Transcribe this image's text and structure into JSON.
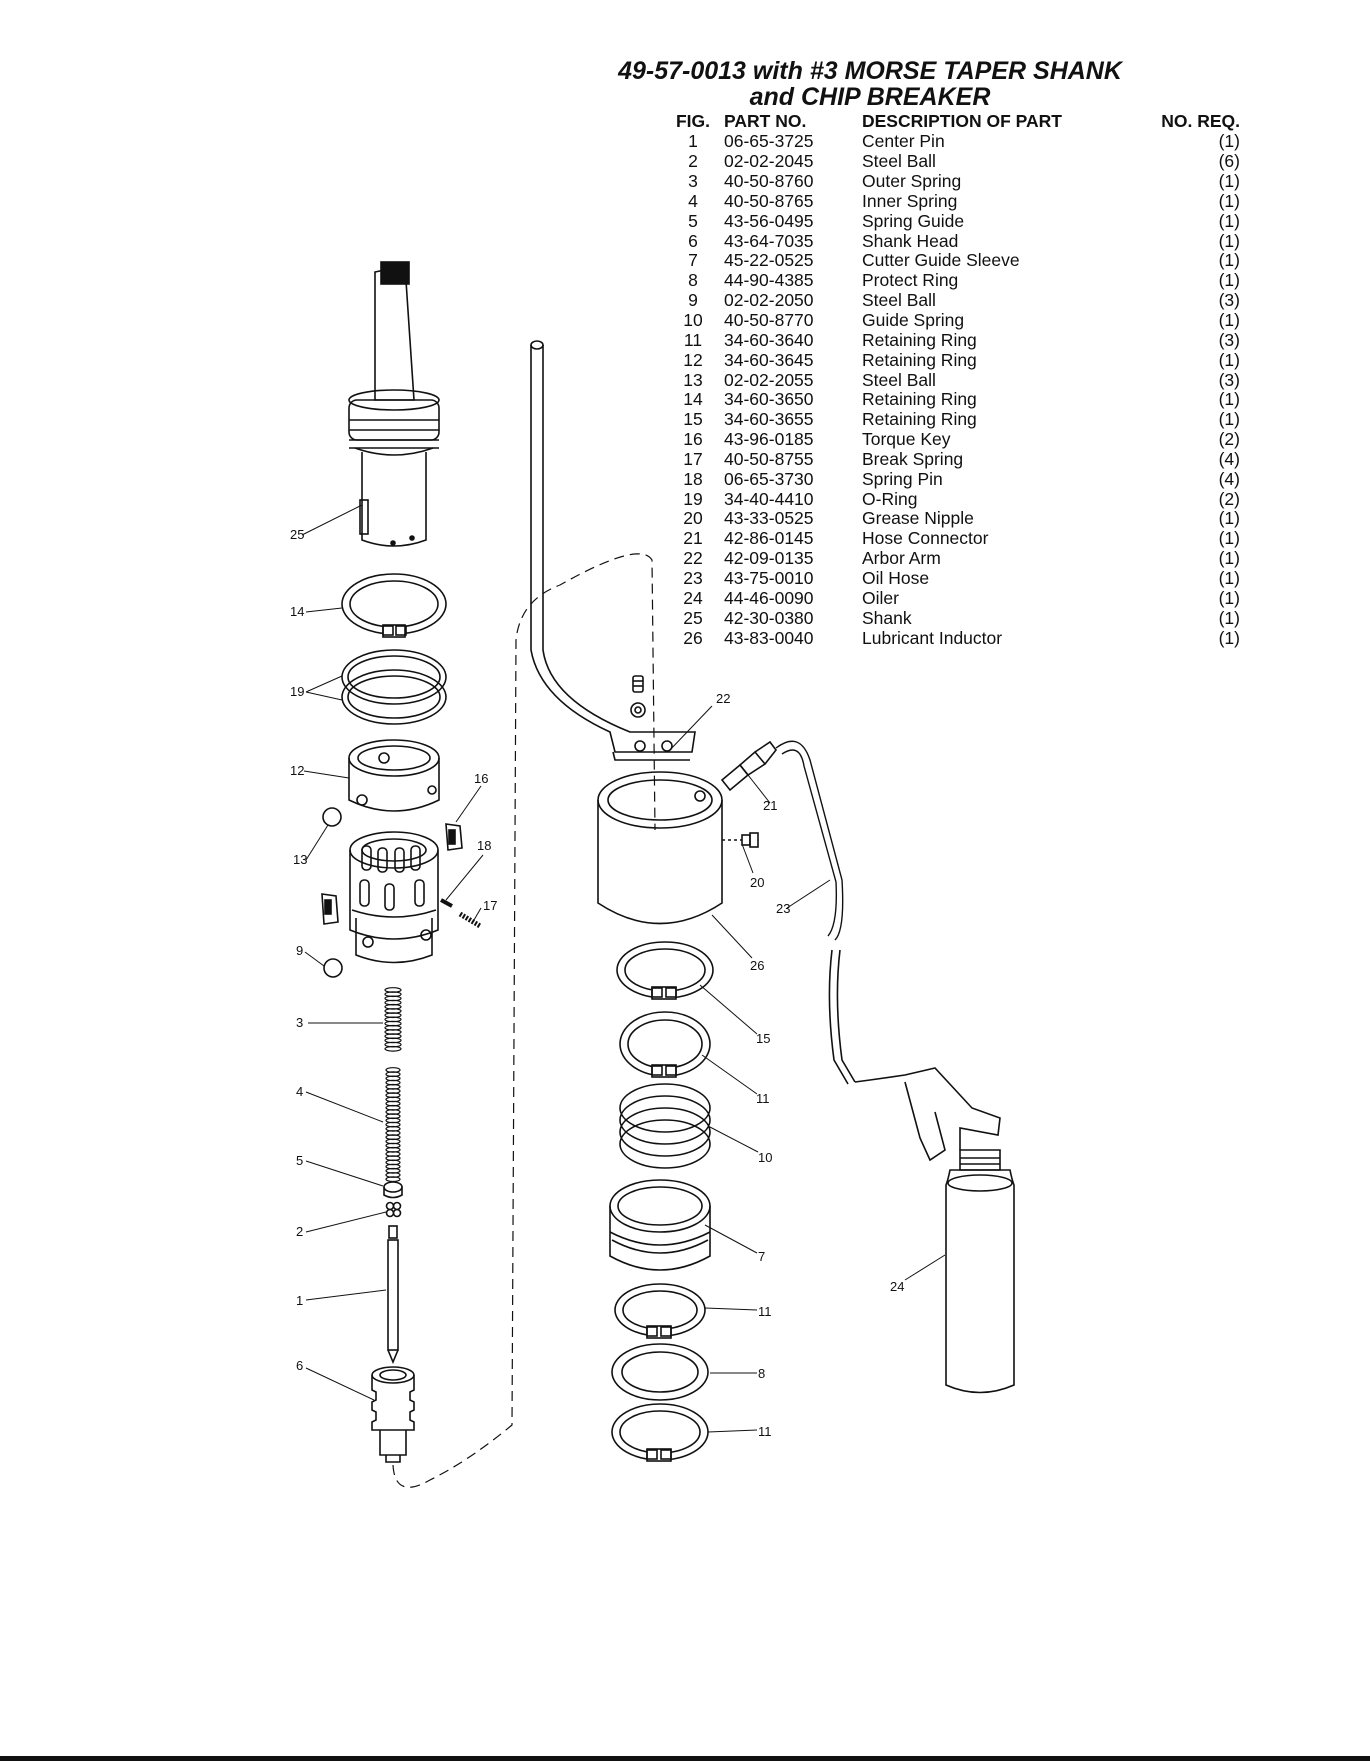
{
  "title": {
    "line1": "49-57-0013 with #3 MORSE TAPER SHANK",
    "line2": "and CHIP BREAKER"
  },
  "table": {
    "headers": {
      "fig": "FIG.",
      "part_no": "PART NO.",
      "description": "DESCRIPTION OF PART",
      "no_req": "NO. REQ."
    },
    "rows": [
      {
        "fig": "1",
        "part_no": "06-65-3725",
        "description": "Center Pin",
        "no_req": "(1)"
      },
      {
        "fig": "2",
        "part_no": "02-02-2045",
        "description": "Steel Ball",
        "no_req": "(6)"
      },
      {
        "fig": "3",
        "part_no": "40-50-8760",
        "description": "Outer Spring",
        "no_req": "(1)"
      },
      {
        "fig": "4",
        "part_no": "40-50-8765",
        "description": "Inner Spring",
        "no_req": "(1)"
      },
      {
        "fig": "5",
        "part_no": "43-56-0495",
        "description": "Spring Guide",
        "no_req": "(1)"
      },
      {
        "fig": "6",
        "part_no": "43-64-7035",
        "description": "Shank Head",
        "no_req": "(1)"
      },
      {
        "fig": "7",
        "part_no": "45-22-0525",
        "description": "Cutter Guide Sleeve",
        "no_req": "(1)"
      },
      {
        "fig": "8",
        "part_no": "44-90-4385",
        "description": "Protect Ring",
        "no_req": "(1)"
      },
      {
        "fig": "9",
        "part_no": "02-02-2050",
        "description": "Steel Ball",
        "no_req": "(3)"
      },
      {
        "fig": "10",
        "part_no": "40-50-8770",
        "description": "Guide Spring",
        "no_req": "(1)"
      },
      {
        "fig": "11",
        "part_no": "34-60-3640",
        "description": "Retaining Ring",
        "no_req": "(3)"
      },
      {
        "fig": "12",
        "part_no": "34-60-3645",
        "description": "Retaining Ring",
        "no_req": "(1)"
      },
      {
        "fig": "13",
        "part_no": "02-02-2055",
        "description": "Steel Ball",
        "no_req": "(3)"
      },
      {
        "fig": "14",
        "part_no": "34-60-3650",
        "description": "Retaining Ring",
        "no_req": "(1)"
      },
      {
        "fig": "15",
        "part_no": "34-60-3655",
        "description": "Retaining Ring",
        "no_req": "(1)"
      },
      {
        "fig": "16",
        "part_no": "43-96-0185",
        "description": "Torque Key",
        "no_req": "(2)"
      },
      {
        "fig": "17",
        "part_no": "40-50-8755",
        "description": "Break Spring",
        "no_req": "(4)"
      },
      {
        "fig": "18",
        "part_no": "06-65-3730",
        "description": "Spring Pin",
        "no_req": "(4)"
      },
      {
        "fig": "19",
        "part_no": "34-40-4410",
        "description": "O-Ring",
        "no_req": "(2)"
      },
      {
        "fig": "20",
        "part_no": "43-33-0525",
        "description": "Grease Nipple",
        "no_req": "(1)"
      },
      {
        "fig": "21",
        "part_no": "42-86-0145",
        "description": "Hose Connector",
        "no_req": "(1)"
      },
      {
        "fig": "22",
        "part_no": "42-09-0135",
        "description": "Arbor Arm",
        "no_req": "(1)"
      },
      {
        "fig": "23",
        "part_no": "43-75-0010",
        "description": "Oil Hose",
        "no_req": "(1)"
      },
      {
        "fig": "24",
        "part_no": "44-46-0090",
        "description": "Oiler",
        "no_req": "(1)"
      },
      {
        "fig": "25",
        "part_no": "42-30-0380",
        "description": "Shank",
        "no_req": "(1)"
      },
      {
        "fig": "26",
        "part_no": "43-83-0040",
        "description": "Lubricant Inductor",
        "no_req": "(1)"
      }
    ]
  },
  "callouts": {
    "c1": "1",
    "c2": "2",
    "c3": "3",
    "c4": "4",
    "c5": "5",
    "c6": "6",
    "c7": "7",
    "c8": "8",
    "c9": "9",
    "c10": "10",
    "c11a": "11",
    "c11b": "11",
    "c11c": "11",
    "c12": "12",
    "c13": "13",
    "c14": "14",
    "c15": "15",
    "c16": "16",
    "c17": "17",
    "c18": "18",
    "c19": "19",
    "c20": "20",
    "c21": "21",
    "c22": "22",
    "c23": "23",
    "c24": "24",
    "c25": "25",
    "c26": "26"
  }
}
